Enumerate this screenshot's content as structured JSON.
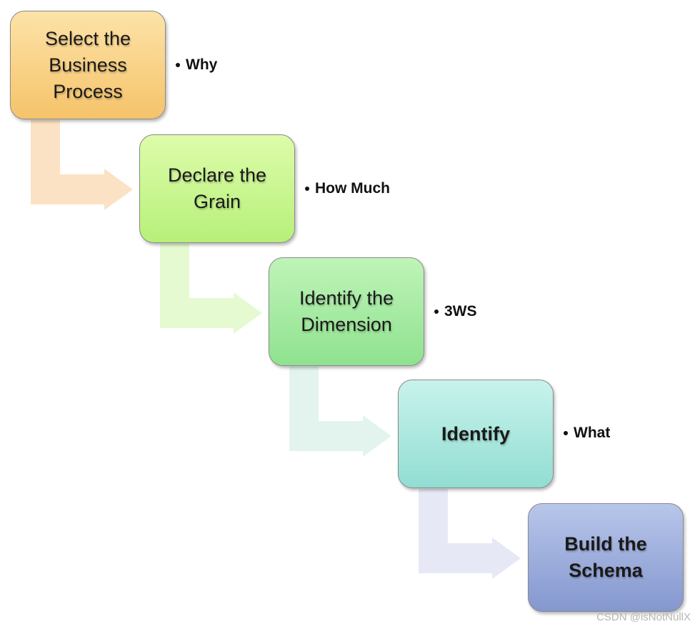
{
  "steps": [
    {
      "label": "Select the\nBusiness\nProcess",
      "note": "Why",
      "color_top": "#fde3a8",
      "color_bottom": "#f5c36a",
      "arrow_color": "#fbe2c4"
    },
    {
      "label": "Declare the\nGrain",
      "note": "How Much",
      "color_top": "#ddfcaa",
      "color_bottom": "#b7f07a",
      "arrow_color": "#e6fad2"
    },
    {
      "label": "Identify the\nDimension",
      "note": "3WS",
      "color_top": "#bff4b8",
      "color_bottom": "#8fe28f",
      "arrow_color": "#e2f4ed"
    },
    {
      "label": "Identify",
      "note": "What",
      "color_top": "#c8f3ec",
      "color_bottom": "#92ddd2",
      "arrow_color": "#e6e9f5"
    },
    {
      "label": "Build the\nSchema",
      "color_top": "#b8c6ea",
      "color_bottom": "#8497cf"
    }
  ],
  "watermark": "CSDN @isNotNullX"
}
